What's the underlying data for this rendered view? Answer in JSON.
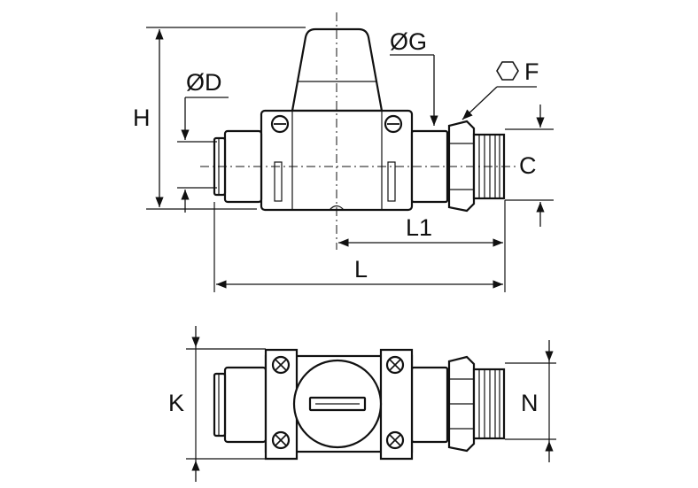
{
  "labels": {
    "dia_d": "ØD",
    "dia_g": "ØG",
    "hex_f": "F",
    "h": "H",
    "c": "C",
    "l1": "L1",
    "l": "L",
    "k": "K",
    "n": "N"
  },
  "icons": {
    "hex_symbol": "hexagon-icon",
    "screw": "screw-icon",
    "arrow": "arrow-icon"
  }
}
